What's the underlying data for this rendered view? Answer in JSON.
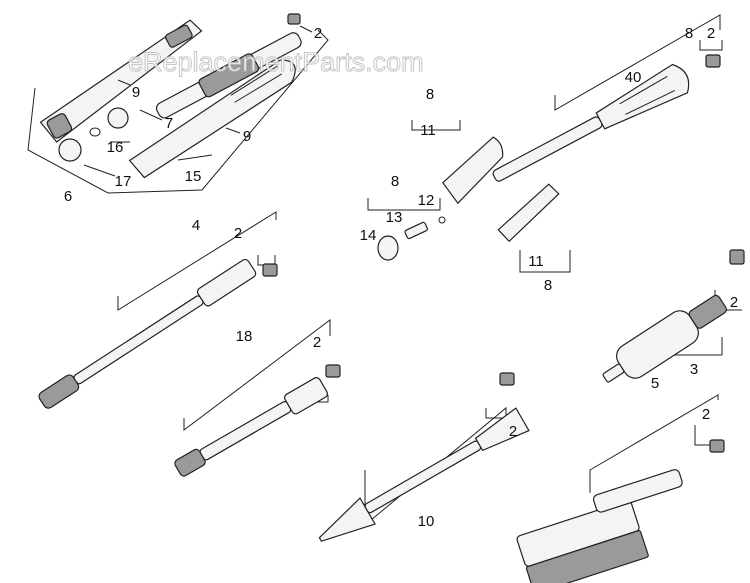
{
  "watermark": "eReplacementParts.com",
  "callouts": [
    "2",
    "9",
    "7",
    "9",
    "16",
    "17",
    "15",
    "6",
    "8",
    "2",
    "40",
    "8",
    "11",
    "8",
    "12",
    "13",
    "14",
    "11",
    "8",
    "4",
    "2",
    "2",
    "3",
    "18",
    "2",
    "10",
    "2",
    "5",
    "2"
  ]
}
